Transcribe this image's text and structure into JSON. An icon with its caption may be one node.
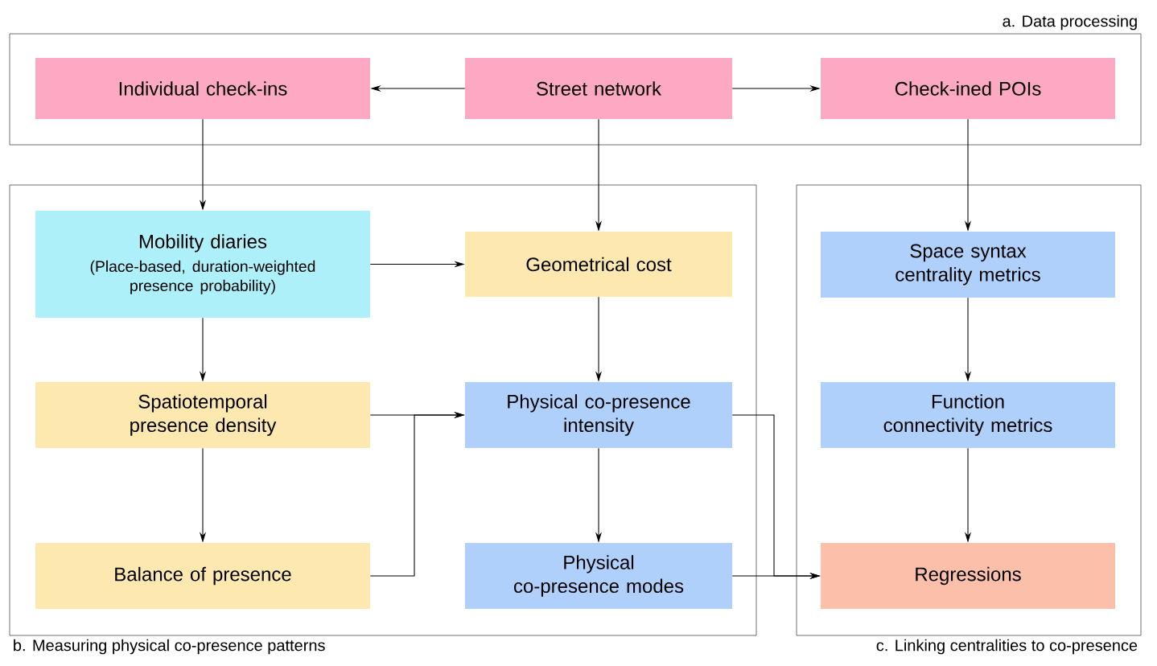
{
  "diagram": {
    "nodes": [
      {
        "text": [
          "a. Data processing"
        ]
      },
      {
        "text": [
          "Individual check-ins"
        ],
        "in": 0
      },
      {
        "text": [
          "Street network"
        ],
        "in": 0
      },
      {
        "text": [
          "Check-ined POIs"
        ],
        "in": 0
      },
      {
        "text": [
          "b. Measuring physical co-presence patterns"
        ]
      },
      {
        "text": [
          "Mobility diaries",
          "(Place-based, duration-weighted presence probability)"
        ],
        "in": 4
      },
      {
        "text": [
          "Geometrical cost"
        ],
        "in": 4
      },
      {
        "text": [
          "Spatiotemporal presence density"
        ],
        "in": 4
      },
      {
        "text": [
          "Physical co-presence intensity"
        ],
        "in": 4
      },
      {
        "text": [
          "Balance of presence"
        ],
        "in": 4
      },
      {
        "text": [
          "Physical co-presence modes"
        ],
        "in": 4
      },
      {
        "text": [
          "c. Linking centralities to co-presence"
        ]
      },
      {
        "text": [
          "Space syntax centrality metrics"
        ],
        "in": 11
      },
      {
        "text": [
          "Function connectivity metrics"
        ],
        "in": 11
      },
      {
        "text": [
          "Regressions"
        ],
        "in": 11
      }
    ],
    "edges": [
      {
        "from": 2,
        "to": 1,
        "arrow": "to"
      },
      {
        "from": 2,
        "to": 3,
        "arrow": "to"
      },
      {
        "from": 1,
        "to": 5,
        "arrow": "to"
      },
      {
        "from": 2,
        "to": 6,
        "arrow": "to"
      },
      {
        "from": 3,
        "to": 12,
        "arrow": "to"
      },
      {
        "from": 5,
        "to": 6,
        "arrow": "to"
      },
      {
        "from": 5,
        "to": 7,
        "arrow": "to"
      },
      {
        "from": 6,
        "to": 8,
        "arrow": "to"
      },
      {
        "from": 7,
        "to": 8,
        "arrow": "to"
      },
      {
        "from": 7,
        "to": 9,
        "arrow": "to"
      },
      {
        "from": 9,
        "to": 8,
        "arrow": "to"
      },
      {
        "from": 8,
        "to": 10,
        "arrow": "to"
      },
      {
        "from": 8,
        "to": 14,
        "arrow": "to"
      },
      {
        "from": 10,
        "to": 14,
        "arrow": "to"
      },
      {
        "from": 12,
        "to": 13,
        "arrow": "to"
      },
      {
        "from": 13,
        "to": 14,
        "arrow": "to"
      }
    ]
  }
}
